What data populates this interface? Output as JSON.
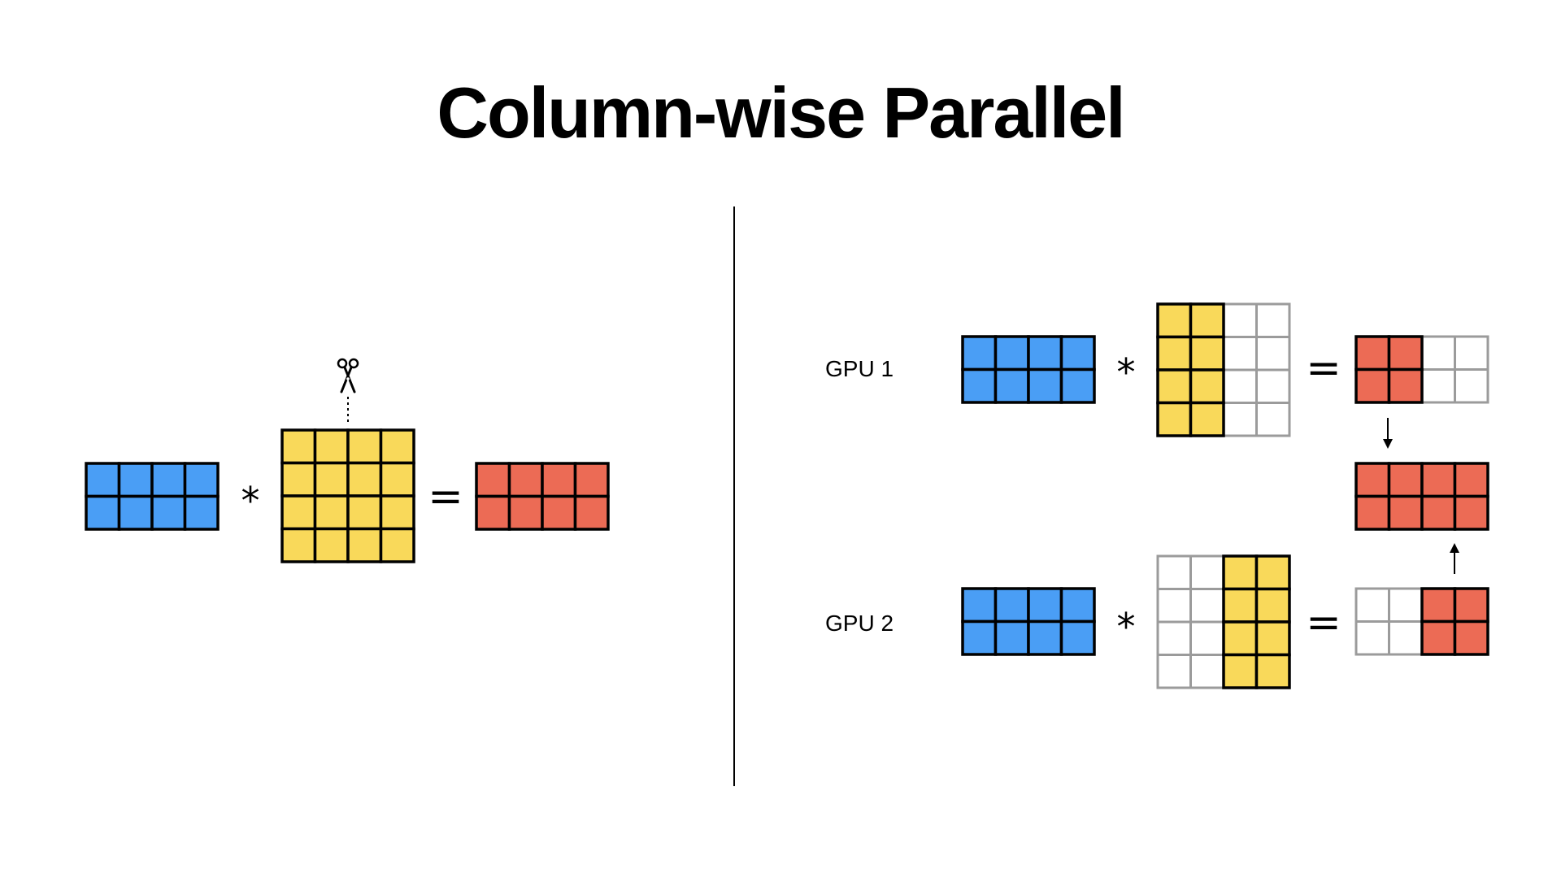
{
  "title": "Column-wise Parallel",
  "colors": {
    "input": "#4a9ef5",
    "weight": "#f9d95a",
    "output": "#ec6b55",
    "empty": "#ffffff",
    "border_filled": "#000000",
    "border_empty": "#9b9b9b"
  },
  "operators": {
    "multiply": "*",
    "equals": "="
  },
  "icons": {
    "cut": "scissors-icon"
  },
  "left": {
    "input": {
      "rows": 2,
      "cols": 4,
      "filled_cols": [
        0,
        1,
        2,
        3
      ]
    },
    "weight": {
      "rows": 4,
      "cols": 4,
      "filled_cols": [
        0,
        1,
        2,
        3
      ]
    },
    "output": {
      "rows": 2,
      "cols": 4,
      "filled_cols": [
        0,
        1,
        2,
        3
      ]
    }
  },
  "gpus": [
    {
      "label": "GPU 1",
      "input": {
        "rows": 2,
        "cols": 4,
        "filled_cols": [
          0,
          1,
          2,
          3
        ]
      },
      "weight": {
        "rows": 4,
        "cols": 4,
        "filled_cols": [
          0,
          1
        ]
      },
      "output": {
        "rows": 2,
        "cols": 4,
        "filled_cols": [
          0,
          1
        ]
      }
    },
    {
      "label": "GPU 2",
      "input": {
        "rows": 2,
        "cols": 4,
        "filled_cols": [
          0,
          1,
          2,
          3
        ]
      },
      "weight": {
        "rows": 4,
        "cols": 4,
        "filled_cols": [
          2,
          3
        ]
      },
      "output": {
        "rows": 2,
        "cols": 4,
        "filled_cols": [
          2,
          3
        ]
      }
    }
  ],
  "combined_output": {
    "rows": 2,
    "cols": 4,
    "filled_cols": [
      0,
      1,
      2,
      3
    ]
  }
}
